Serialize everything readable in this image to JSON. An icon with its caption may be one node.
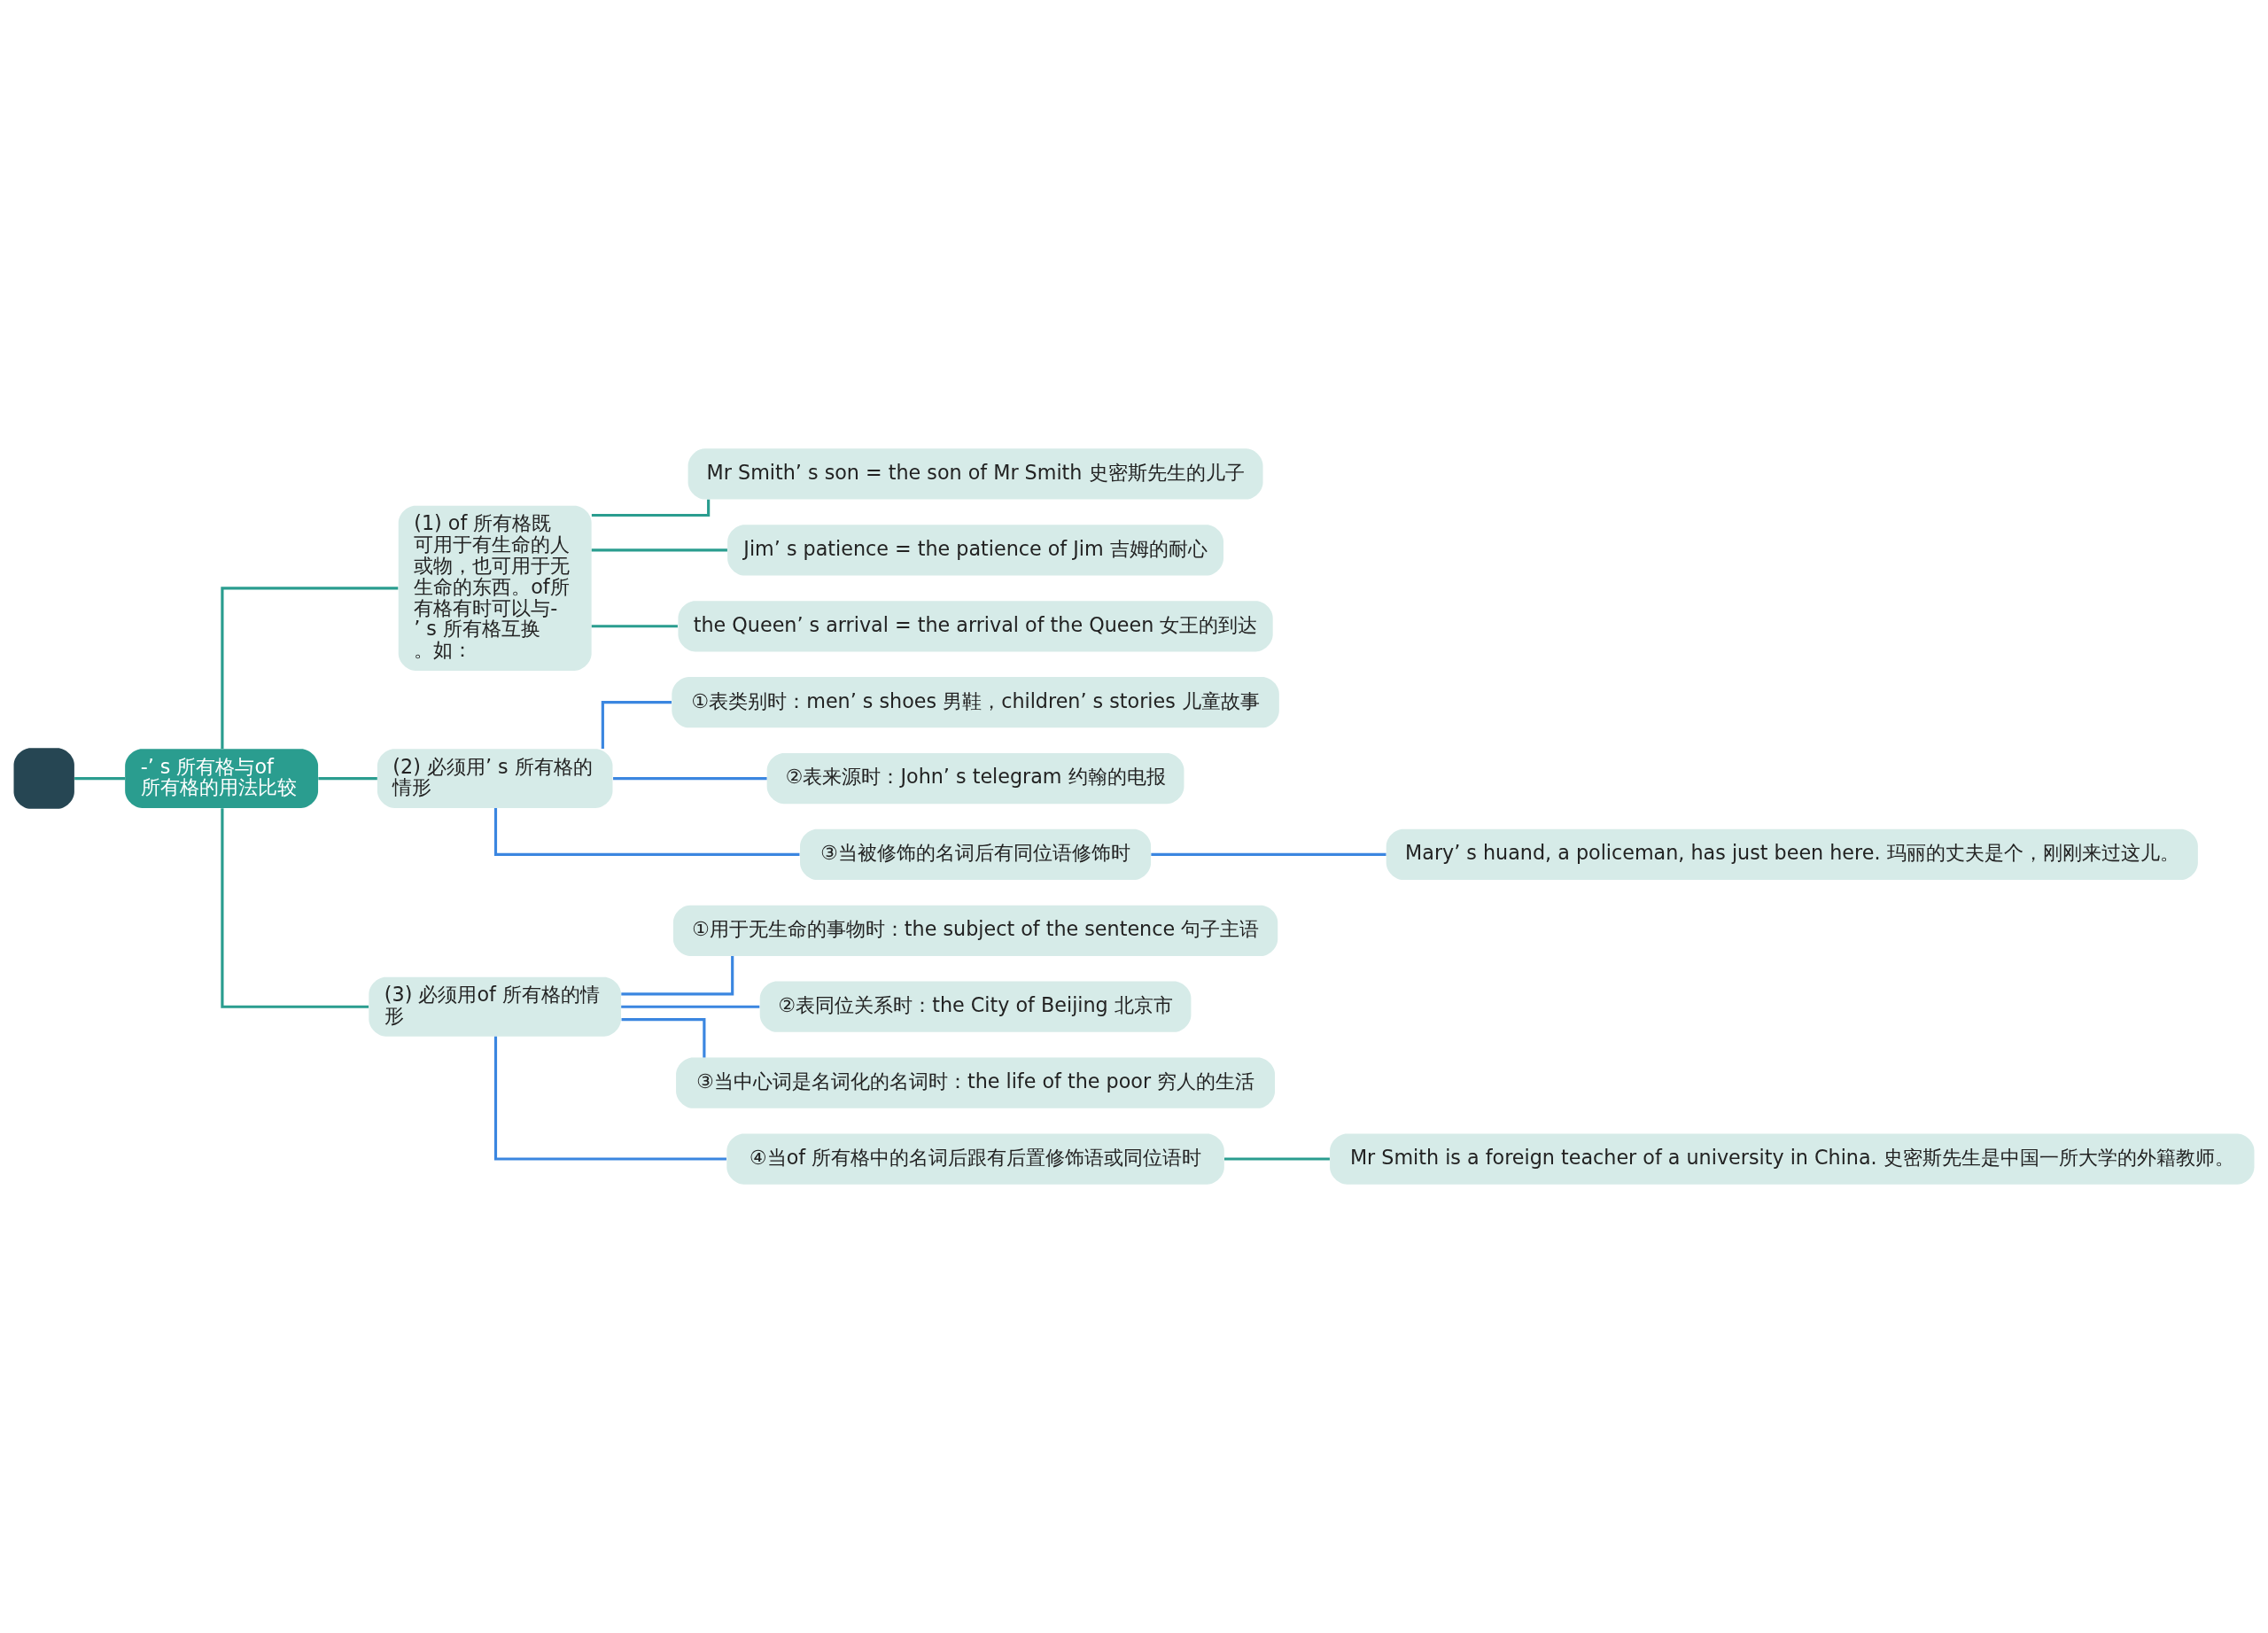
{
  "diagram": {
    "nodes": [
      {
        "text": [],
        "shape": "box"
      },
      {
        "text": [
          "-’ s 所有格与of 所有格的用法比较"
        ]
      },
      {
        "text": [
          "(1) of 所有格既可用于有生命的人或物，也可用于无生命的东西。of所有格有时可以与-’ s 所有格互换。如："
        ]
      },
      {
        "text": [
          "Mr Smith’ s son = the son of Mr Smith 史密斯先生的儿子"
        ]
      },
      {
        "text": [
          "Jim’ s patience = the patience of Jim 吉姆的耐心"
        ]
      },
      {
        "text": [
          "the Queen’ s arrival = the arrival of the Queen 女王的到达"
        ]
      },
      {
        "text": [
          "(2) 必须用’ s 所有格的情形"
        ]
      },
      {
        "text": [
          "①表类别时：men’ s shoes 男鞋，children’ s stories 儿童故事"
        ]
      },
      {
        "text": [
          "②表来源时：John’ s telegram 约翰的电报"
        ]
      },
      {
        "text": [
          "③当被修饰的名词后有同位语修饰时"
        ]
      },
      {
        "text": [
          "Mary’ s huand, a policeman, has just been here. 玛丽的丈夫是个，刚刚来过这儿。"
        ]
      },
      {
        "text": [
          "(3) 必须用of 所有格的情形"
        ]
      },
      {
        "text": [
          "①用于无生命的事物时：the subject of the sentence 句子主语"
        ]
      },
      {
        "text": [
          "②表同位关系时：the City of Beijing 北京市"
        ]
      },
      {
        "text": [
          "③当中心词是名词化的名词时：the life of the poor 穷人的生活"
        ]
      },
      {
        "text": [
          "④当of 所有格中的名词后跟有后置修饰语或同位语时"
        ]
      },
      {
        "text": [
          "Mr Smith is a foreign teacher of a university in China. 史密斯先生是中国一所大学的外籍教师。"
        ]
      }
    ],
    "edges": [
      {
        "from": 0,
        "to": 1,
        "arrow": "none"
      },
      {
        "from": 1,
        "to": 2,
        "arrow": "none"
      },
      {
        "from": 1,
        "to": 6,
        "arrow": "none"
      },
      {
        "from": 1,
        "to": 11,
        "arrow": "none"
      },
      {
        "from": 2,
        "to": 3,
        "arrow": "none"
      },
      {
        "from": 2,
        "to": 4,
        "arrow": "none"
      },
      {
        "from": 2,
        "to": 5,
        "arrow": "none"
      },
      {
        "from": 6,
        "to": 7,
        "arrow": "none",
        "color": "#3b86e0"
      },
      {
        "from": 6,
        "to": 8,
        "arrow": "none",
        "color": "#3b86e0"
      },
      {
        "from": 6,
        "to": 9,
        "arrow": "none",
        "color": "#3b86e0"
      },
      {
        "from": 9,
        "to": 10,
        "arrow": "none",
        "color": "#3b86e0"
      },
      {
        "from": 11,
        "to": 12,
        "arrow": "none",
        "color": "#3b86e0"
      },
      {
        "from": 11,
        "to": 13,
        "arrow": "none",
        "color": "#3b86e0"
      },
      {
        "from": 11,
        "to": 14,
        "arrow": "none",
        "color": "#3b86e0"
      },
      {
        "from": 11,
        "to": 15,
        "arrow": "none",
        "color": "#3b86e0"
      },
      {
        "from": 15,
        "to": 16,
        "arrow": "none"
      }
    ]
  }
}
